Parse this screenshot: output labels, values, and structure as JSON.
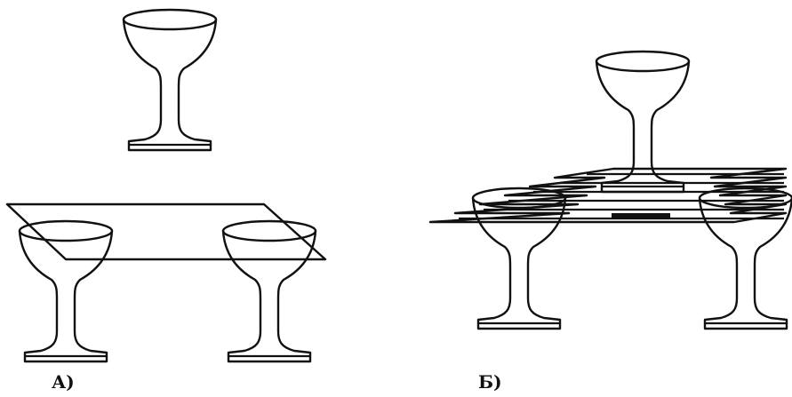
{
  "panels": [
    {
      "id": "A",
      "label": "А)"
    },
    {
      "id": "B",
      "label": "Б)"
    }
  ],
  "colors": {
    "ink": "#111111",
    "background": "#ffffff"
  },
  "parts": [
    "glass",
    "sheet",
    "folded-sheet"
  ]
}
